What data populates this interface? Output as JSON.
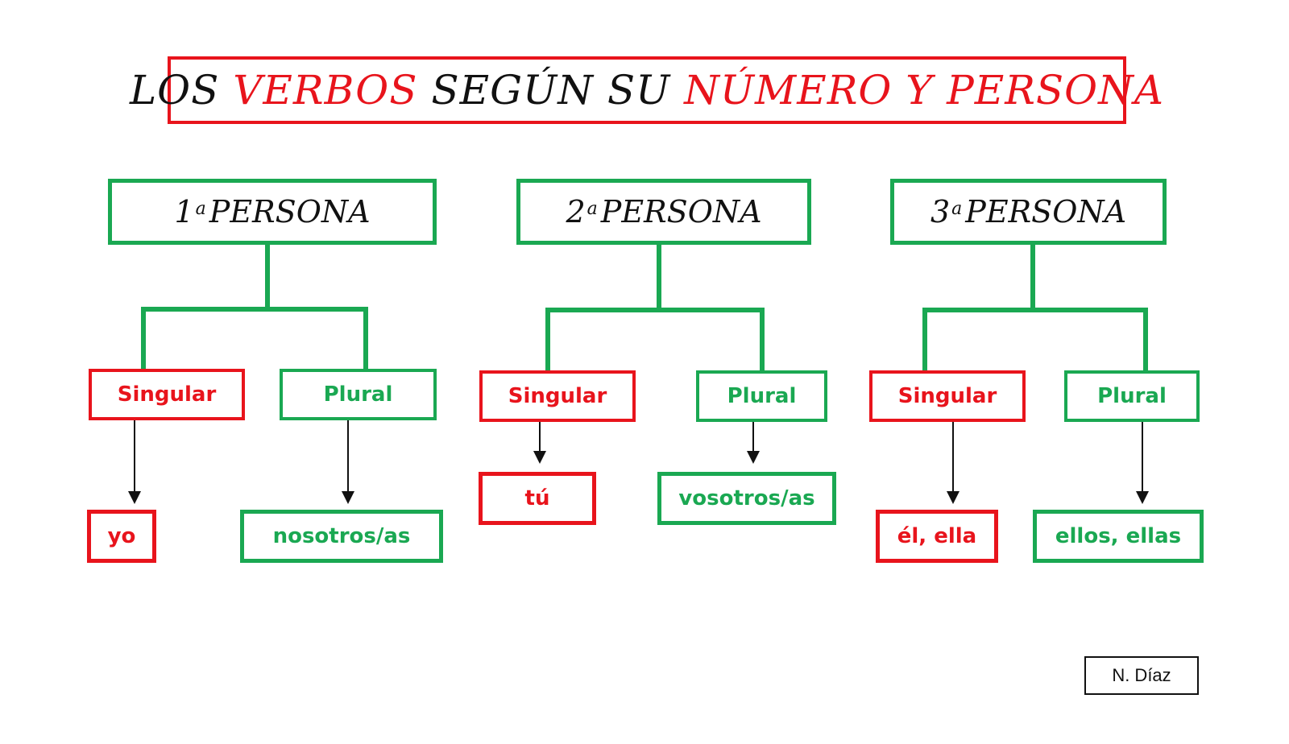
{
  "title": {
    "part1": "LOS ",
    "part2": "VERBOS",
    "part3": " SEGÚN SU ",
    "part4": "NÚMERO Y PERSONA"
  },
  "colors": {
    "red": "#e8141c",
    "green": "#1aa852",
    "black": "#111111"
  },
  "personas": [
    {
      "number": "1",
      "ordinal": "a",
      "label": "PERSONA",
      "singular": {
        "label": "Singular",
        "pronoun": "yo"
      },
      "plural": {
        "label": "Plural",
        "pronoun": "nosotros/as"
      }
    },
    {
      "number": "2",
      "ordinal": "a",
      "label": "PERSONA",
      "singular": {
        "label": "Singular",
        "pronoun": "tú"
      },
      "plural": {
        "label": "Plural",
        "pronoun": "vosotros/as"
      }
    },
    {
      "number": "3",
      "ordinal": "a",
      "label": "PERSONA",
      "singular": {
        "label": "Singular",
        "pronoun": "él, ella"
      },
      "plural": {
        "label": "Plural",
        "pronoun": "ellos, ellas"
      }
    }
  ],
  "author": "N. Díaz"
}
